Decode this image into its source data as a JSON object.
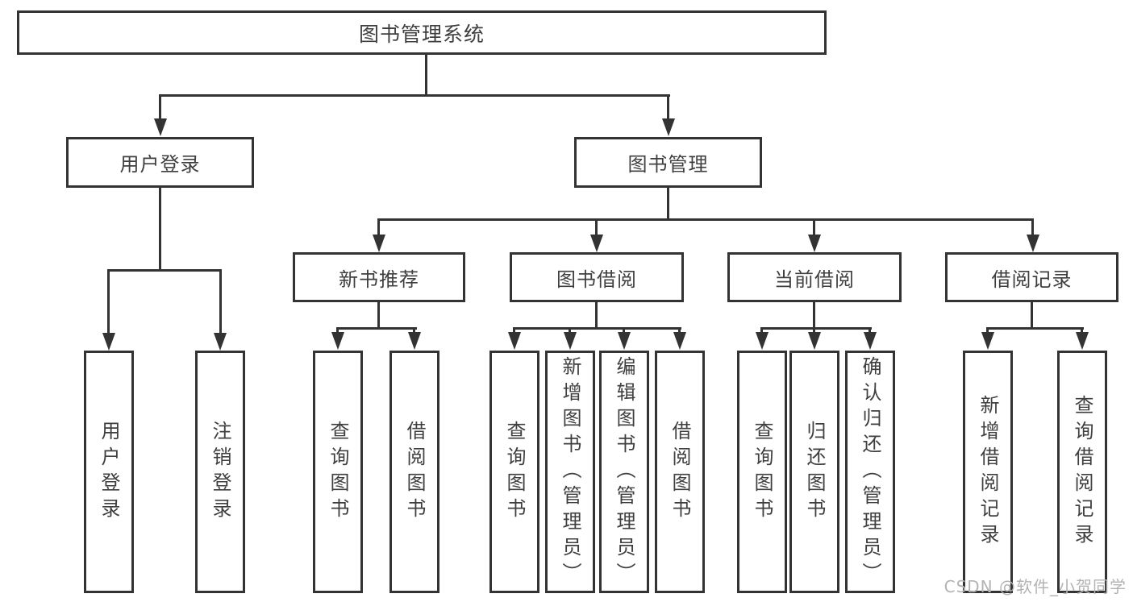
{
  "diagram_type": "hierarchy-tree",
  "colors": {
    "line": "#333333",
    "box_border": "#333333",
    "text": "#3f3f3f",
    "watermark": "#b3b3b3",
    "background": "#ffffff"
  },
  "tree": {
    "root": {
      "label": "图书管理系统",
      "children": [
        {
          "label": "用户登录",
          "children": [
            {
              "label": "用户登录"
            },
            {
              "label": "注销登录"
            }
          ]
        },
        {
          "label": "图书管理",
          "children": [
            {
              "label": "新书推荐",
              "children": [
                {
                  "label": "查询图书"
                },
                {
                  "label": "借阅图书"
                }
              ]
            },
            {
              "label": "图书借阅",
              "children": [
                {
                  "label": "查询图书"
                },
                {
                  "label": "新增图书（管理员）"
                },
                {
                  "label": "编辑图书（管理员）"
                },
                {
                  "label": "借阅图书"
                }
              ]
            },
            {
              "label": "当前借阅",
              "children": [
                {
                  "label": "查询图书"
                },
                {
                  "label": "归还图书"
                },
                {
                  "label": "确认归还（管理员）"
                }
              ]
            },
            {
              "label": "借阅记录",
              "children": [
                {
                  "label": "新增借阅记录"
                },
                {
                  "label": "查询借阅记录"
                }
              ]
            }
          ]
        }
      ]
    }
  },
  "watermark": {
    "text": "CSDN @软件_小贺同学"
  }
}
